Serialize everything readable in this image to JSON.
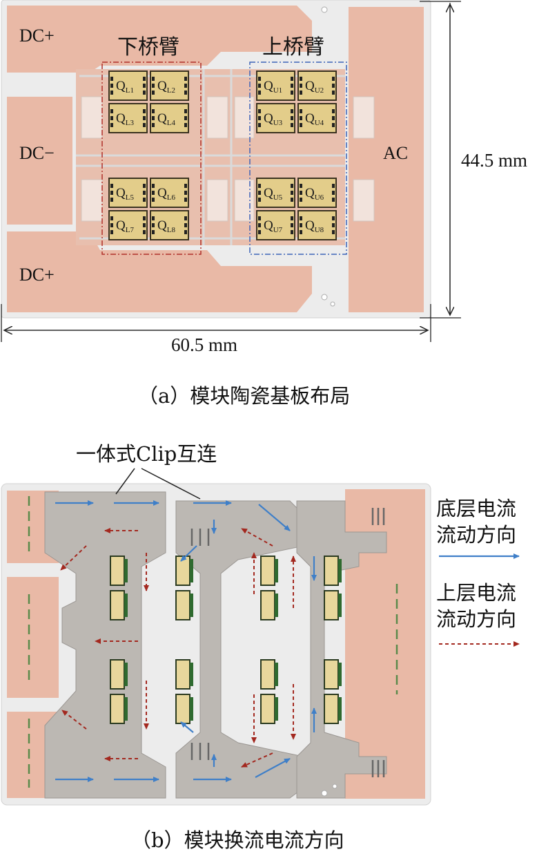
{
  "figure_a": {
    "labels": {
      "dc_plus_top": "DC+",
      "dc_minus": "DC−",
      "dc_plus_bottom": "DC+",
      "ac": "AC",
      "lower_arm": "下桥臂",
      "upper_arm": "上桥臂"
    },
    "dimensions": {
      "height": "44.5 mm",
      "width": "60.5 mm"
    },
    "chips": [
      {
        "q": "Q",
        "sub": "L1"
      },
      {
        "q": "Q",
        "sub": "L2"
      },
      {
        "q": "Q",
        "sub": "L3"
      },
      {
        "q": "Q",
        "sub": "L4"
      },
      {
        "q": "Q",
        "sub": "L5"
      },
      {
        "q": "Q",
        "sub": "L6"
      },
      {
        "q": "Q",
        "sub": "L7"
      },
      {
        "q": "Q",
        "sub": "L8"
      },
      {
        "q": "Q",
        "sub": "U1"
      },
      {
        "q": "Q",
        "sub": "U2"
      },
      {
        "q": "Q",
        "sub": "U3"
      },
      {
        "q": "Q",
        "sub": "U4"
      },
      {
        "q": "Q",
        "sub": "U5"
      },
      {
        "q": "Q",
        "sub": "U6"
      },
      {
        "q": "Q",
        "sub": "U7"
      },
      {
        "q": "Q",
        "sub": "U8"
      }
    ],
    "caption": "（a）模块陶瓷基板布局"
  },
  "figure_b": {
    "clip_label": "一体式Clip互连",
    "legend": {
      "bottom_line1": "底层电流",
      "bottom_line2": "流动方向",
      "top_line1": "上层电流",
      "top_line2": "流动方向"
    },
    "caption": "（b）模块换流电流方向"
  },
  "colors": {
    "copper": "#e9b9a6",
    "substrate": "#ececec",
    "chip": "#e3cd8a",
    "clip": "#bcb8b3",
    "bottom_arrow": "#3f7fc8",
    "top_arrow": "#a3281f",
    "lower_box": "#b0302a",
    "upper_box": "#3d63b8"
  }
}
